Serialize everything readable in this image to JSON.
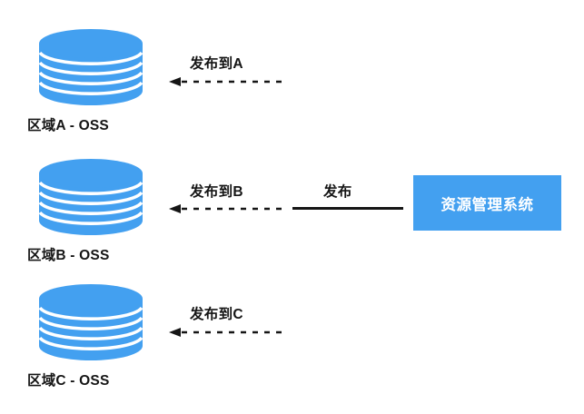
{
  "diagram": {
    "type": "architecture-flow",
    "background_color": "#ffffff",
    "accent_color": "#43a0f0",
    "text_color": "#151515",
    "storage_nodes": [
      {
        "id": "region-a",
        "icon": "database-cylinder-icon",
        "label": "区域A - OSS",
        "color": "#43a0f0"
      },
      {
        "id": "region-b",
        "icon": "database-cylinder-icon",
        "label": "区域B - OSS",
        "color": "#43a0f0"
      },
      {
        "id": "region-c",
        "icon": "database-cylinder-icon",
        "label": "区域C - OSS",
        "color": "#43a0f0"
      }
    ],
    "connectors": [
      {
        "id": "publish-to-a",
        "label": "发布到A",
        "style": "dashed",
        "direction": "left",
        "arrowhead": "left"
      },
      {
        "id": "publish-to-b",
        "label": "发布到B",
        "style": "dashed",
        "direction": "left",
        "arrowhead": "left"
      },
      {
        "id": "publish-to-c",
        "label": "发布到C",
        "style": "dashed",
        "direction": "left",
        "arrowhead": "left"
      },
      {
        "id": "publish-trunk",
        "label": "发布",
        "style": "solid",
        "direction": "left",
        "arrowhead": "none"
      }
    ],
    "system_box": {
      "id": "resource-management-system",
      "label": "资源管理系统",
      "fill": "#43a0f0",
      "text_color": "#ffffff"
    }
  }
}
